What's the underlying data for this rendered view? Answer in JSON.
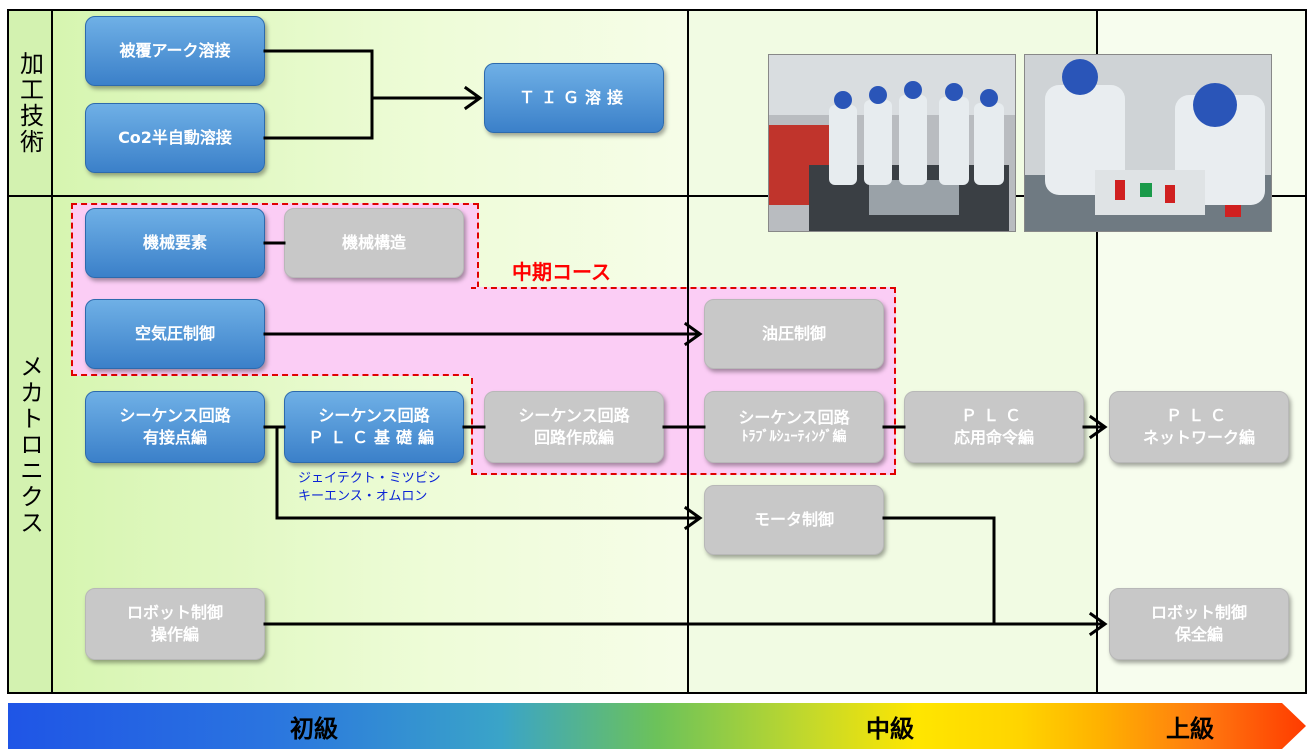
{
  "categories": {
    "processing": "加工技術",
    "mechatronics": "メカトロニクス"
  },
  "course_label": "中期コース",
  "courses": {
    "shielded_arc": [
      "被覆アーク溶接"
    ],
    "co2_semi_auto": [
      "Co2半自動溶接"
    ],
    "tig": [
      "ＴＩＧ溶接"
    ],
    "machine_elements": [
      "機械要素"
    ],
    "machine_structure": [
      "機械構造"
    ],
    "pneumatic": [
      "空気圧制御"
    ],
    "hydraulic": [
      "油圧制御"
    ],
    "seq_relay": [
      "シーケンス回路",
      "有接点編"
    ],
    "seq_plc_basic": [
      "シーケンス回路",
      "ＰＬＣ基礎編"
    ],
    "seq_circuit_design": [
      "シーケンス回路",
      "回路作成編"
    ],
    "seq_troubleshooting": [
      "シーケンス回路",
      "ﾄﾗﾌﾞﾙｼｭｰﾃｨﾝｸﾞ編"
    ],
    "plc_applied": [
      "ＰＬＣ",
      "応用命令編"
    ],
    "plc_network": [
      "ＰＬＣ",
      "ネットワーク編"
    ],
    "motor_control": [
      "モータ制御"
    ],
    "robot_operation": [
      "ロボット制御",
      "操作編"
    ],
    "robot_maintenance": [
      "ロボット制御",
      "保全編"
    ]
  },
  "vendor_note": [
    "ジェイテクト・ミツビシ",
    "キーエンス・オムロン"
  ],
  "levels": {
    "beginner": "初級",
    "intermediate": "中級",
    "advanced": "上級"
  },
  "colors": {
    "available": "#3b80c9",
    "unavailable": "#c8c8c8",
    "course_zone": "#fbcdf5",
    "course_zone_border": "#e00000"
  }
}
